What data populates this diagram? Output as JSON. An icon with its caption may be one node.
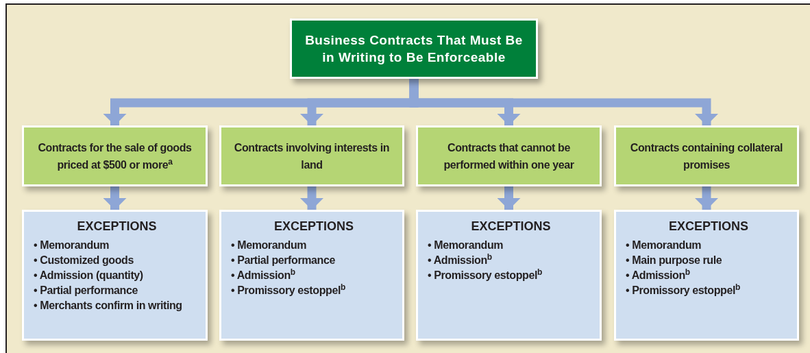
{
  "diagram": {
    "nodes": [
      {
        "text": [
          "Business Contracts That Must Be in Writing to Be Enforceable"
        ]
      },
      {
        "text": [
          "Contracts for the sale of goods priced at $500 or more$^{a}$"
        ]
      },
      {
        "text": [
          "Contracts involving interests in land"
        ]
      },
      {
        "text": [
          "Contracts that cannot be performed within one year"
        ]
      },
      {
        "text": [
          "Contracts containing collateral promises"
        ]
      },
      {
        "text": [
          "EXCEPTIONS",
          "• Memorandum",
          "• Customized goods",
          "• Admission (quantity)",
          "• Partial performance",
          "• Merchants confirm in writing"
        ]
      },
      {
        "text": [
          "EXCEPTIONS",
          "• Memorandum",
          "• Partial performance",
          "• Admission$^{b}$",
          "• Promissory estoppel$^{b}$"
        ]
      },
      {
        "text": [
          "EXCEPTIONS",
          "• Memorandum",
          "• Admission$^{b}$",
          "• Promissory estoppel$^{b}$"
        ]
      },
      {
        "text": [
          "EXCEPTIONS",
          "• Memorandum",
          "• Main purpose rule",
          "• Admission$^{b}$",
          "• Promissory estoppel$^{b}$"
        ]
      }
    ],
    "edges": [
      {
        "from": 0,
        "to": 1,
        "arrow": "to"
      },
      {
        "from": 0,
        "to": 2,
        "arrow": "to"
      },
      {
        "from": 0,
        "to": 3,
        "arrow": "to"
      },
      {
        "from": 0,
        "to": 4,
        "arrow": "to"
      },
      {
        "from": 1,
        "to": 5,
        "arrow": "to"
      },
      {
        "from": 2,
        "to": 6,
        "arrow": "to"
      },
      {
        "from": 3,
        "to": 7,
        "arrow": "to"
      },
      {
        "from": 4,
        "to": 8,
        "arrow": "to"
      }
    ]
  }
}
